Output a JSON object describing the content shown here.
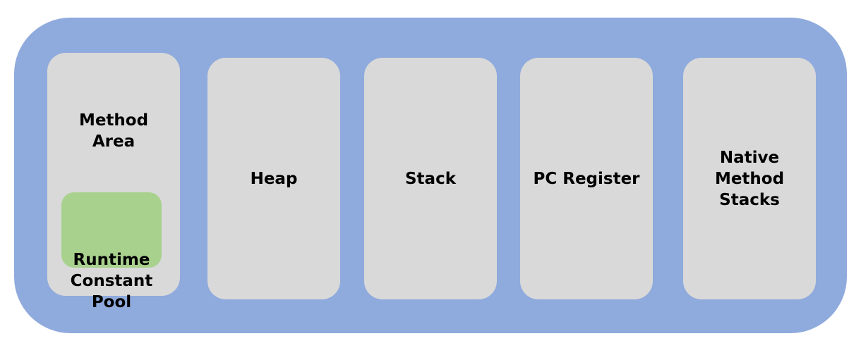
{
  "diagram": {
    "areas": {
      "method_area": "Method\nArea",
      "runtime_constant_pool": "Runtime\nConstant\nPool",
      "heap": "Heap",
      "stack": "Stack",
      "pc_register": "PC Register",
      "native_method_stacks": "Native\nMethod\nStacks"
    },
    "colors": {
      "container": "#8faadc",
      "block": "#d9d9d9",
      "constant_pool": "#a9d18e",
      "text": "#000000"
    }
  }
}
